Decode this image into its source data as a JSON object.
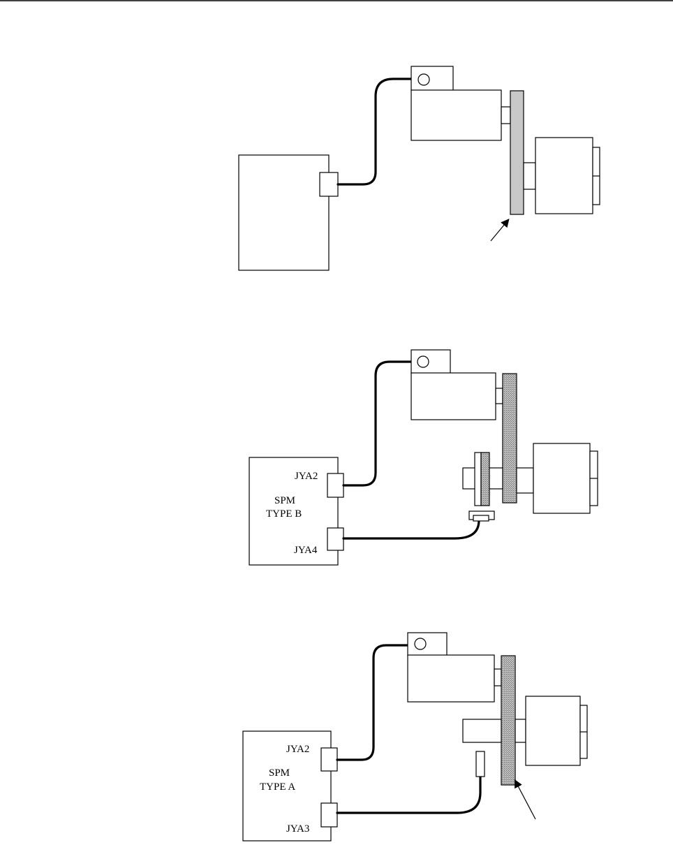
{
  "figure1": {
    "title": ""
  },
  "figure2": {
    "board_name": "SPM",
    "board_type": "TYPE B",
    "connector_top": "JYA2",
    "connector_bottom": "JYA4"
  },
  "figure3": {
    "board_name": "SPM",
    "board_type": "TYPE A",
    "connector_top": "JYA2",
    "connector_bottom": "JYA3"
  },
  "colors": {
    "gear_shaded": "#c8c8c8",
    "gear_hatched": "#9a9a9a",
    "line": "#000000",
    "background": "#ffffff"
  }
}
